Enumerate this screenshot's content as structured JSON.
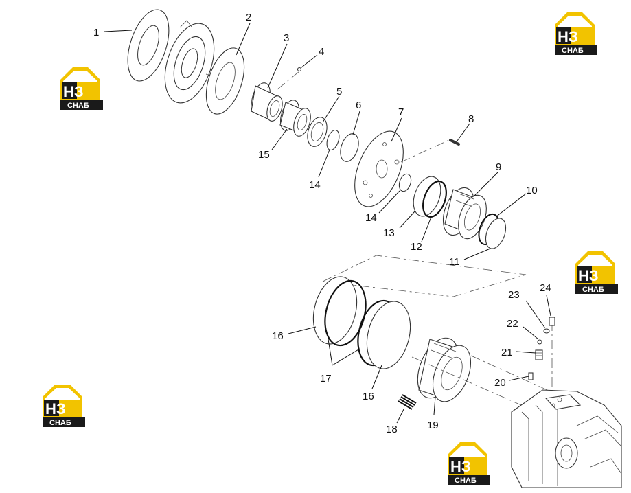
{
  "callouts": [
    {
      "id": "c1",
      "text": "1"
    },
    {
      "id": "c2",
      "text": "2"
    },
    {
      "id": "c3",
      "text": "3"
    },
    {
      "id": "c4",
      "text": "4"
    },
    {
      "id": "c5",
      "text": "5"
    },
    {
      "id": "c6",
      "text": "6"
    },
    {
      "id": "c7",
      "text": "7"
    },
    {
      "id": "c8",
      "text": "8"
    },
    {
      "id": "c9",
      "text": "9"
    },
    {
      "id": "c10",
      "text": "10"
    },
    {
      "id": "c11",
      "text": "11"
    },
    {
      "id": "c12",
      "text": "12"
    },
    {
      "id": "c13",
      "text": "13"
    },
    {
      "id": "c14a",
      "text": "14"
    },
    {
      "id": "c14b",
      "text": "14"
    },
    {
      "id": "c15",
      "text": "15"
    },
    {
      "id": "c16a",
      "text": "16"
    },
    {
      "id": "c16b",
      "text": "16"
    },
    {
      "id": "c17",
      "text": "17"
    },
    {
      "id": "c18",
      "text": "18"
    },
    {
      "id": "c19",
      "text": "19"
    },
    {
      "id": "c20",
      "text": "20"
    },
    {
      "id": "c21",
      "text": "21"
    },
    {
      "id": "c22",
      "text": "22"
    },
    {
      "id": "c23",
      "text": "23"
    },
    {
      "id": "c24",
      "text": "24"
    }
  ],
  "watermark": {
    "logo_text": "НЗ",
    "sub_text": "СНАБ",
    "accent_color": "#f2c300",
    "dark_color": "#1a1a1a"
  }
}
